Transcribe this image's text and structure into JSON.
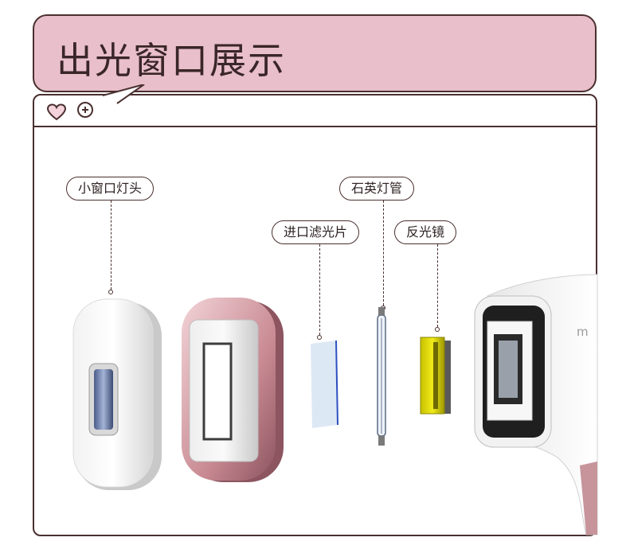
{
  "title": "出光窗口展示",
  "icons": {
    "heart": "heart-icon",
    "add": "plus-circle-icon"
  },
  "labels": {
    "small_window_head": "小窗口灯头",
    "quartz_tube": "石英灯管",
    "filter": "进口滤光片",
    "reflector": "反光镜"
  },
  "brand_text": "m",
  "colors": {
    "title_bg": "#e8bfcb",
    "border": "#4a2f2f"
  }
}
